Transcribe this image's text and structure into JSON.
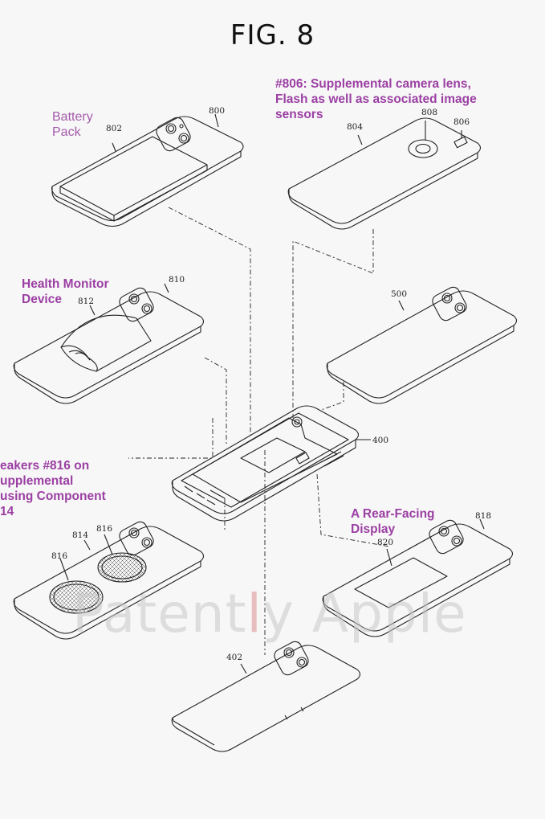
{
  "figure": {
    "title": "FIG. 8"
  },
  "annotations": {
    "battery_line1": "Battery",
    "battery_line2": "Pack",
    "camera_line1": "#806: Supplemental camera lens,",
    "camera_line2": "Flash as well as associated image",
    "camera_line3": "sensors",
    "health_line1": "Health Monitor",
    "health_line2": "Device",
    "speakers_line1": "eakers #816 on",
    "speakers_line2": "upplemental",
    "speakers_line3": "using Component",
    "speakers_line4": "14",
    "rear_line1": "A Rear-Facing",
    "rear_line2": "Display"
  },
  "reference_numbers": {
    "n800": "800",
    "n802": "802",
    "n804": "804",
    "n806": "806",
    "n808": "808",
    "n810": "810",
    "n812": "812",
    "n500": "500",
    "n400": "400",
    "n814": "814",
    "n816a": "816",
    "n816b": "816",
    "n818": "818",
    "n820": "820",
    "n402": "402"
  },
  "watermark": {
    "before": "Patent",
    "highlight": "l",
    "after": "y Apple"
  },
  "colors": {
    "annotation": "#9b3fa3",
    "line": "#222222",
    "background": "#f7f7f7"
  }
}
